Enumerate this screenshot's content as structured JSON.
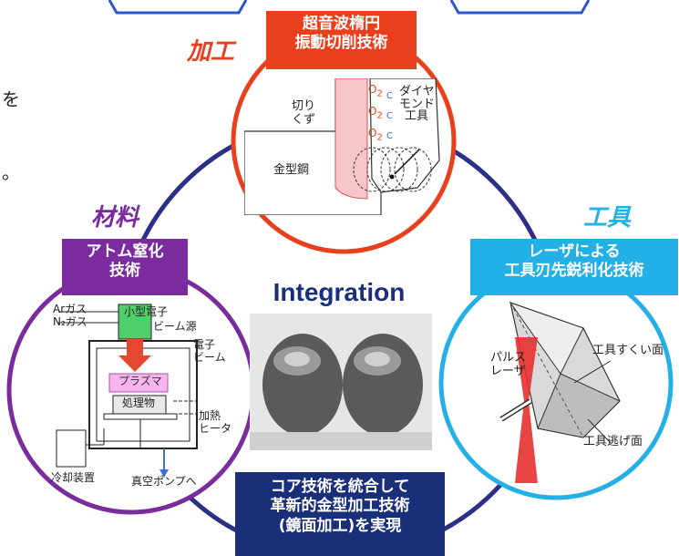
{
  "left_text": {
    "line1": "を",
    "line2": "。"
  },
  "machining": {
    "category": "加工",
    "title_line1": "超音波楕円",
    "title_line2": "振動切削技術",
    "label_chips_line1": "切り",
    "label_chips_line2": "くず",
    "label_o2": "O",
    "label_o2_sub": "2",
    "label_tool_line1": "ダイヤ",
    "label_tool_line2": "モンド",
    "label_tool_line3": "工具",
    "label_steel": "金型鋼"
  },
  "material": {
    "category": "材料",
    "title_line1": "アトム窒化",
    "title_line2": "技術",
    "label_ar": "Arガス",
    "label_n2": "N₂ガス",
    "label_source": "小型電子",
    "label_source2": "ビーム源",
    "label_beam1": "電子",
    "label_beam2": "ビーム",
    "label_plasma": "プラズマ",
    "label_workpiece": "処理物",
    "label_heater1": "加熱",
    "label_heater2": "ヒータ",
    "label_cooler": "冷却装置",
    "label_pump": "真空ポンプへ"
  },
  "tool": {
    "category": "工具",
    "title_line1": "レーザによる",
    "title_line2": "工具刃先鋭利化技術",
    "label_laser1": "パルス",
    "label_laser2": "レーザ",
    "label_rake": "工具すくい面",
    "label_flank": "工具逃げ面"
  },
  "center": {
    "title": "Integration",
    "result_line1": "コア技術を統合して",
    "result_line2": "革新的金型加工技術",
    "result_line3": "(鏡面加工)を実現"
  },
  "colors": {
    "machining": "#e8401c",
    "material": "#7a2b9e",
    "tool": "#22b0e6",
    "navy": "#1a2f7a",
    "ring_navy": "#2b2f88"
  }
}
